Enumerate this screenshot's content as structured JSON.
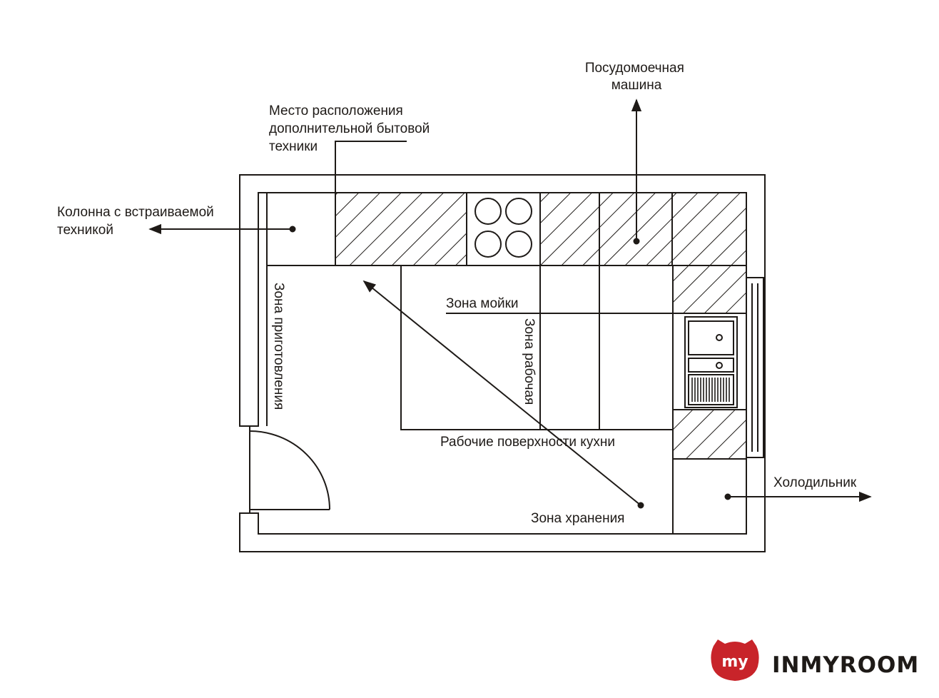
{
  "colors": {
    "ink": "#1e1a17",
    "brand_red": "#c8242a",
    "background": "#ffffff"
  },
  "labels": {
    "dishwasher": [
      "Посудомоечная",
      "машина"
    ],
    "appliance_place": [
      "Место расположения",
      "дополнительной бытовой",
      "техники"
    ],
    "column": [
      "Колонна с встраиваемой",
      "техникой"
    ],
    "cooking_zone": "Зона приготовления",
    "washing_zone": "Зона мойки",
    "working_zone": "Зона рабочая",
    "work_surfaces": "Рабочие поверхности кухни",
    "fridge": "Холодильник",
    "storage_zone": "Зона хранения"
  },
  "logo": {
    "badge_text": "my",
    "brand_text": "INMYROOM"
  }
}
